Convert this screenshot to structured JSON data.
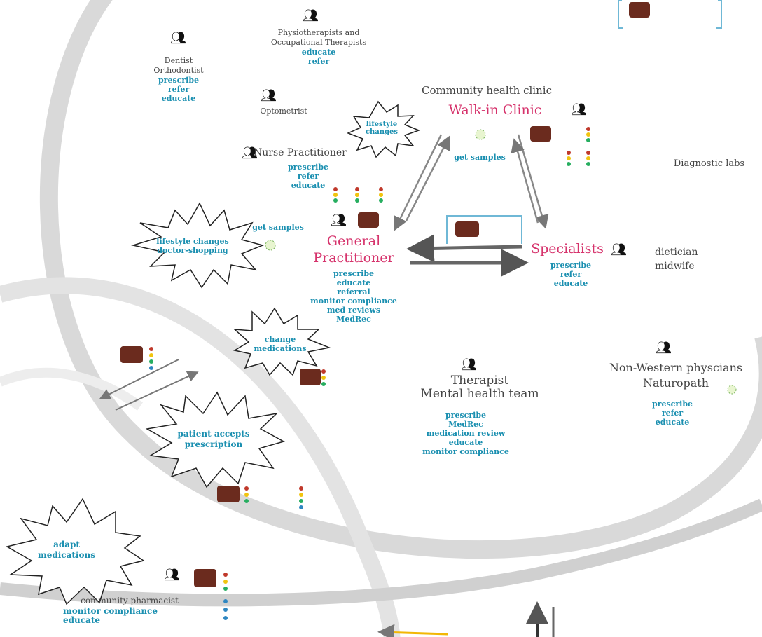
{
  "nodes": {
    "dentist": {
      "name": "Dentist\nOrthodontist",
      "actions": [
        "prescribe",
        "refer",
        "educate"
      ]
    },
    "physio": {
      "name": "Physiotherapists and\nOccupational Therapists",
      "actions": [
        "educate",
        "refer"
      ]
    },
    "optometrist": {
      "name": "Optometrist"
    },
    "community_clinic": {
      "name": "Community health clinic"
    },
    "walkin": {
      "name": "Walk-in Clinic",
      "action": "get samples"
    },
    "nurse": {
      "name": "Nurse Practitioner",
      "actions": [
        "prescribe",
        "refer",
        "educate"
      ]
    },
    "gp": {
      "name": "General\nPractitioner",
      "actions": [
        "prescribe",
        "educate",
        "referral",
        "monitor compliance",
        "med reviews",
        "MedRec"
      ],
      "side": "get samples"
    },
    "specialists": {
      "name": "Specialists",
      "actions": [
        "prescribe",
        "refer",
        "educate"
      ]
    },
    "diagnostic": {
      "name": "Diagnostic labs"
    },
    "dietician": {
      "name": "dietician\nmidwife"
    },
    "therapist": {
      "name": "Therapist\nMental health team",
      "actions": [
        "prescribe",
        "MedRec",
        "medication review",
        "educate",
        "monitor compliance"
      ]
    },
    "nonwestern": {
      "name": "Non-Western physcians\nNaturopath",
      "actions": [
        "prescribe",
        "refer",
        "educate"
      ]
    },
    "pharmacist": {
      "name": "community pharmacist",
      "actions": [
        "monitor compliance",
        "educate"
      ]
    }
  },
  "bursts": {
    "lifestyle_top": "lifestyle\nchanges",
    "lifestyle_left": "lifestyle changes\ndoctor-shopping",
    "change_meds": "change\nmedications",
    "patient_accepts": "patient accepts\nprescription",
    "adapt": "adapt\nmedications"
  },
  "colors": {
    "pink": "#d6336c",
    "action": "#1a8fb0",
    "ring": "#d9d9d9",
    "arrow": "#888888",
    "yellow": "#f2b705"
  },
  "icons": {
    "person": "person-pair-icon",
    "family": "family-group-icon",
    "pills": "pill-bottle-icon",
    "legend": "color-legend-icon",
    "germ": "sample-germ-icon"
  }
}
